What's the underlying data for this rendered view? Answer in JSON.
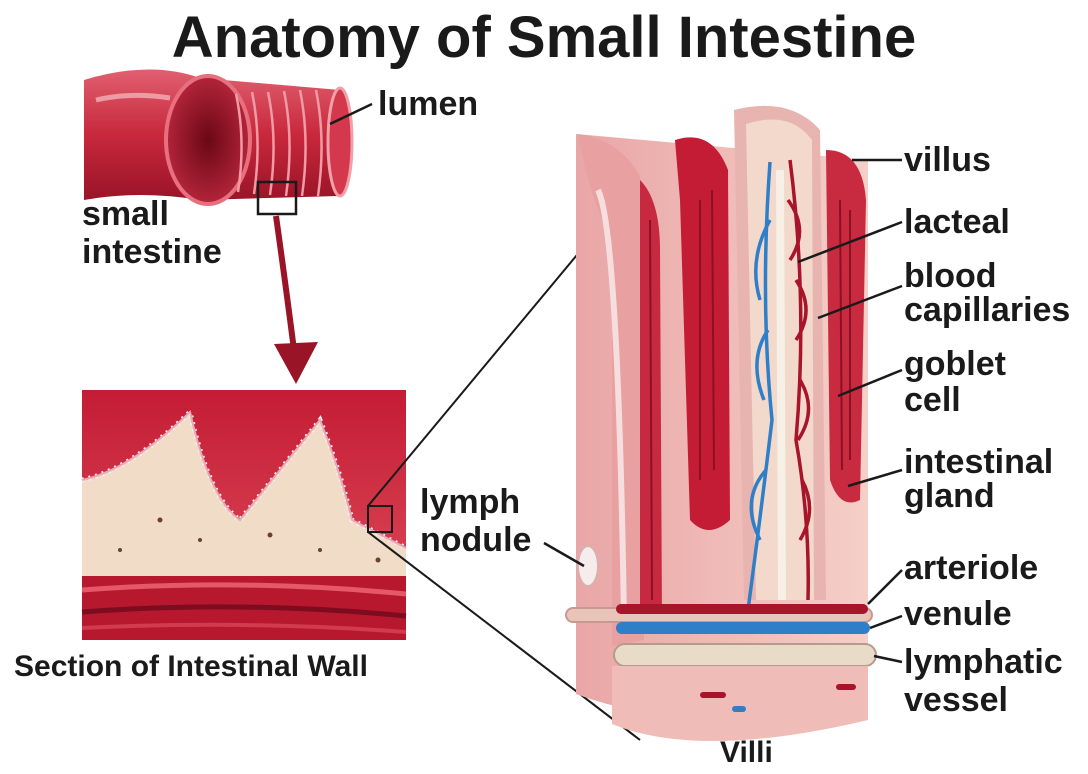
{
  "title": "Anatomy of Small Intestine",
  "labels": {
    "lumen": "lumen",
    "small_intestine_line1": "small",
    "small_intestine_line2": "intestine",
    "lymph_nodule_line1": "lymph",
    "lymph_nodule_line2": "nodule",
    "villus": "villus",
    "lacteal": "lacteal",
    "blood_capillaries_line1": "blood",
    "blood_capillaries_line2": "capillaries",
    "goblet_cell_line1": "goblet",
    "goblet_cell_line2": "cell",
    "intestinal_gland_line1": "intestinal",
    "intestinal_gland_line2": "gland",
    "arteriole": "arteriole",
    "venule": "venule",
    "lymphatic_vessel_line1": "lymphatic",
    "lymphatic_vessel_line2": "vessel"
  },
  "captions": {
    "section": "Section of Intestinal Wall",
    "villi": "Villi"
  },
  "colors": {
    "tissue_dark": "#b01a2e",
    "tissue_mid": "#d8445a",
    "tissue_light": "#f2c8c4",
    "core": "#f6e3d6",
    "blood": "#a8142a",
    "vein": "#2f7fc8",
    "lymph": "#e8dcc8",
    "ink": "#1a1a1a"
  }
}
